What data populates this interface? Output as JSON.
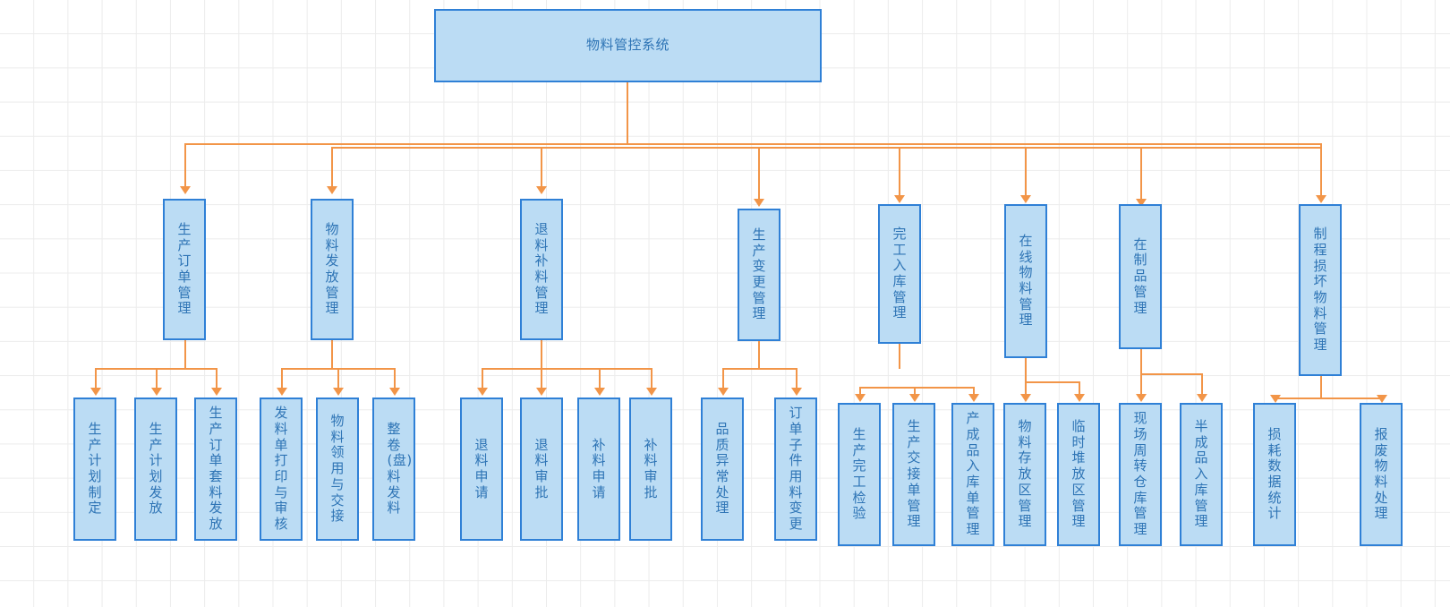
{
  "diagram": {
    "title": "物料管控系统",
    "type": "org-tree",
    "colors": {
      "node_fill": "#bbdcf4",
      "node_border": "#2f80d6",
      "node_text": "#2e74b5",
      "connector": "#f29548",
      "grid": "#ececec",
      "background": "#ffffff"
    },
    "root": {
      "label": "物料管控系统"
    },
    "level2": [
      {
        "id": "n1",
        "label": "生产订单管理"
      },
      {
        "id": "n2",
        "label": "物料发放管理"
      },
      {
        "id": "n3",
        "label": "退料补料管理"
      },
      {
        "id": "n4",
        "label": "生产变更管理"
      },
      {
        "id": "n5",
        "label": "完工入库管理"
      },
      {
        "id": "n6",
        "label": "在线物料管理"
      },
      {
        "id": "n7",
        "label": "在制品管理"
      },
      {
        "id": "n8",
        "label": "制程损坏物料管理"
      }
    ],
    "level3": [
      {
        "id": "c1",
        "parent": "n1",
        "label": "生产计划制定"
      },
      {
        "id": "c2",
        "parent": "n1",
        "label": "生产计划发放"
      },
      {
        "id": "c3",
        "parent": "n1",
        "label": "生产订单套料发放"
      },
      {
        "id": "c4",
        "parent": "n2",
        "label": "发料单打印与审核"
      },
      {
        "id": "c5",
        "parent": "n2",
        "label": "物料领用与交接"
      },
      {
        "id": "c6",
        "parent": "n2",
        "label": "整卷(盘)料发料"
      },
      {
        "id": "c7",
        "parent": "n3",
        "label": "退料申请"
      },
      {
        "id": "c8",
        "parent": "n3",
        "label": "退料审批"
      },
      {
        "id": "c9",
        "parent": "n3",
        "label": "补料申请"
      },
      {
        "id": "c10",
        "parent": "n3",
        "label": "补料审批"
      },
      {
        "id": "c11",
        "parent": "n4",
        "label": "品质异常处理"
      },
      {
        "id": "c12",
        "parent": "n4",
        "label": "订单子件用料变更"
      },
      {
        "id": "c13",
        "parent": "n5",
        "label": "生产完工检验"
      },
      {
        "id": "c14",
        "parent": "n5",
        "label": "生产交接单管理"
      },
      {
        "id": "c15",
        "parent": "n5",
        "label": "产成品入库单管理"
      },
      {
        "id": "c16",
        "parent": "n6",
        "label": "物料存放区管理"
      },
      {
        "id": "c17",
        "parent": "n6",
        "label": "临时堆放区管理"
      },
      {
        "id": "c18",
        "parent": "n7",
        "label": "现场周转仓库管理"
      },
      {
        "id": "c19",
        "parent": "n7",
        "label": "半成品入库管理"
      },
      {
        "id": "c20",
        "parent": "n8",
        "label": "损耗数据统计"
      },
      {
        "id": "c21",
        "parent": "n8",
        "label": "报废物料处理"
      }
    ]
  }
}
